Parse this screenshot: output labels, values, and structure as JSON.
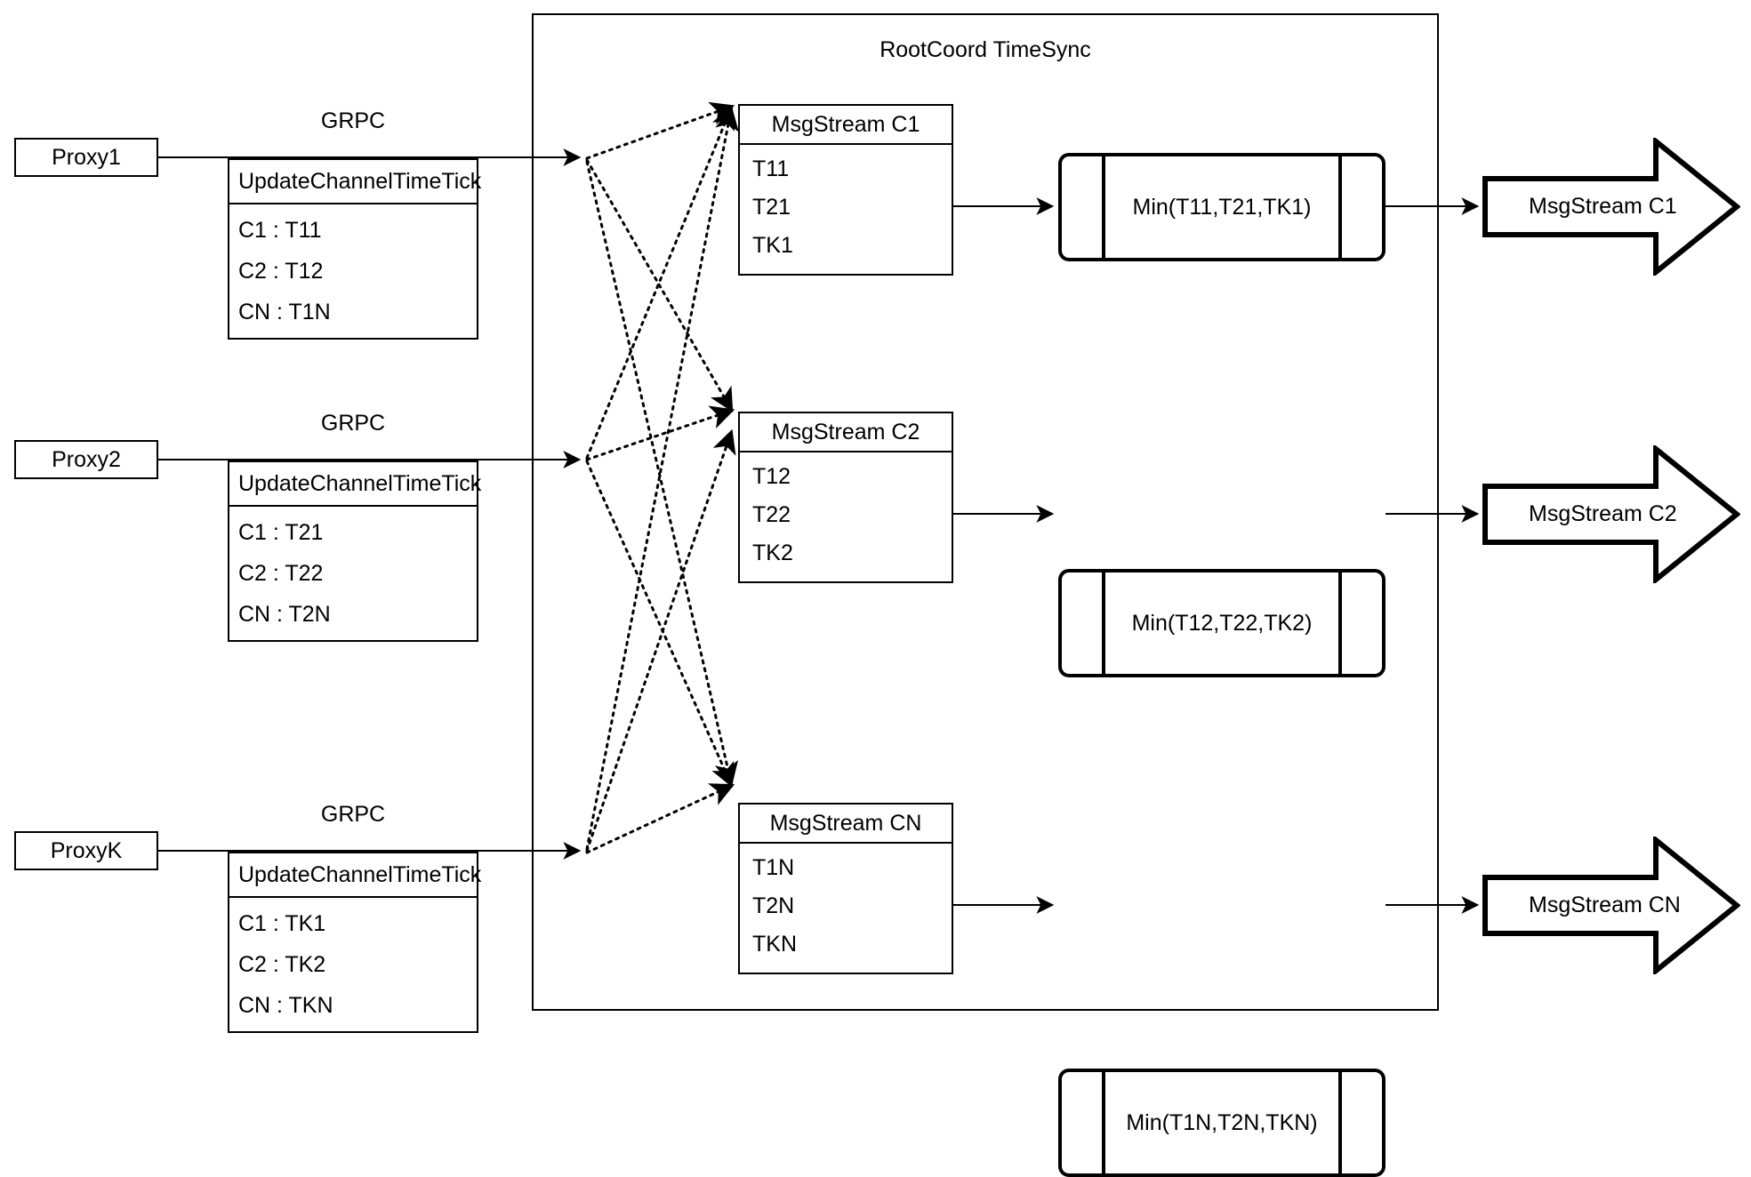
{
  "diagram": {
    "title": "RootCoord TimeSync",
    "container_label": "RootCoord TimeSync"
  },
  "proxies": [
    {
      "name": "Proxy1",
      "link_label": "GRPC",
      "message": {
        "title": "UpdateChannelTimeTick",
        "rows": [
          "C1 :  T11",
          "C2 :  T12",
          "CN : T1N"
        ]
      }
    },
    {
      "name": "Proxy2",
      "link_label": "GRPC",
      "message": {
        "title": "UpdateChannelTimeTick",
        "rows": [
          "C1 :  T21",
          "C2 :  T22",
          "CN : T2N"
        ]
      }
    },
    {
      "name": "ProxyK",
      "link_label": "GRPC",
      "message": {
        "title": "UpdateChannelTimeTick",
        "rows": [
          "C1 :  TK1",
          "C2 :  TK2",
          "CN : TKN"
        ]
      }
    }
  ],
  "channels": [
    {
      "stream_title": "MsgStream C1",
      "ticks": [
        "T11",
        "T21",
        "TK1"
      ],
      "min_label": "Min(T11,T21,TK1)",
      "output_label": "MsgStream C1"
    },
    {
      "stream_title": "MsgStream C2",
      "ticks": [
        "T12",
        "T22",
        "TK2"
      ],
      "min_label": "Min(T12,T22,TK2)",
      "output_label": "MsgStream C2"
    },
    {
      "stream_title": "MsgStream CN",
      "ticks": [
        "T1N",
        "T2N",
        "TKN"
      ],
      "min_label": "Min(T1N,T2N,TKN)",
      "output_label": "MsgStream CN"
    }
  ],
  "colors": {
    "stroke": "#000000",
    "background": "#ffffff"
  }
}
